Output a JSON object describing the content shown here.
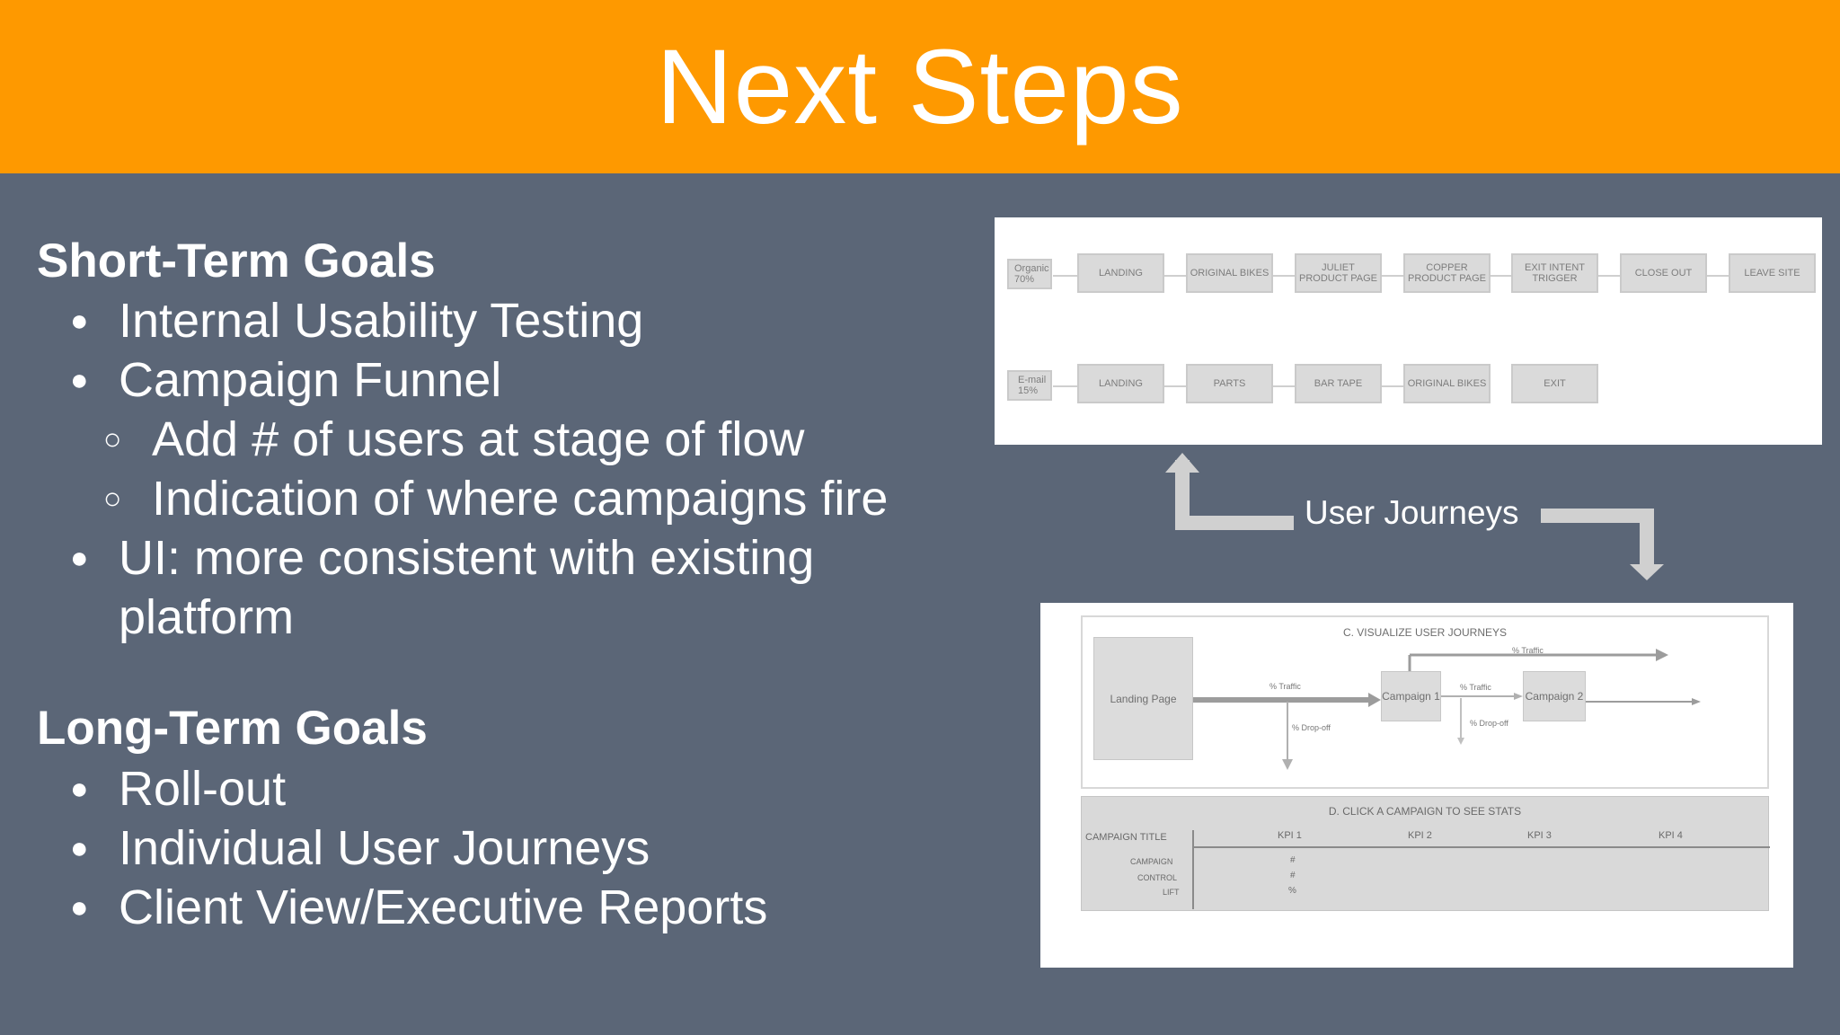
{
  "header": {
    "title": "Next Steps"
  },
  "short_term": {
    "title": "Short-Term Goals",
    "items": {
      "usability": "Internal Usability Testing",
      "funnel": "Campaign Funnel",
      "funnel_sub1": "Add # of users at stage of flow",
      "funnel_sub2": "Indication of where campaigns fire",
      "ui_line1": "UI: more consistent with existing",
      "ui_line2": "platform"
    }
  },
  "long_term": {
    "title": "Long-Term Goals",
    "items": [
      "Roll-out",
      "Individual User Journeys",
      "Client View/Executive Reports"
    ]
  },
  "journeys_label": "User Journeys",
  "journey_rows": [
    {
      "source": [
        "Organic",
        "70%"
      ],
      "steps": [
        "LANDING",
        "ORIGINAL BIKES",
        "JULIET PRODUCT PAGE",
        "COPPER PRODUCT PAGE",
        "EXIT INTENT TRIGGER",
        "CLOSE OUT",
        "LEAVE SITE"
      ]
    },
    {
      "source": [
        "E-mail",
        "15%"
      ],
      "steps": [
        "LANDING",
        "PARTS",
        "BAR TAPE",
        "ORIGINAL BIKES",
        "EXIT"
      ]
    }
  ],
  "visualize": {
    "title": "C. VISUALIZE USER JOURNEYS",
    "landing": "Landing Page",
    "campaign1": "Campaign 1",
    "campaign2": "Campaign 2",
    "traffic1": "% Traffic",
    "traffic_top": "% Traffic",
    "traffic2": "% Traffic",
    "dropoff1": "% Drop-off",
    "dropoff2": "% Drop-off"
  },
  "stats": {
    "title": "D. CLICK A CAMPAIGN TO SEE STATS",
    "col_title": "CAMPAIGN TITLE",
    "kpis": [
      "KPI 1",
      "KPI 2",
      "KPI 3",
      "KPI 4"
    ],
    "rows": [
      {
        "label": "CAMPAIGN",
        "value": "#"
      },
      {
        "label": "CONTROL",
        "value": "#"
      },
      {
        "label": "LIFT",
        "value": "%"
      }
    ]
  },
  "colors": {
    "header_bg": "#fe9900",
    "slide_bg": "#5b6677",
    "text": "#ffffff"
  }
}
